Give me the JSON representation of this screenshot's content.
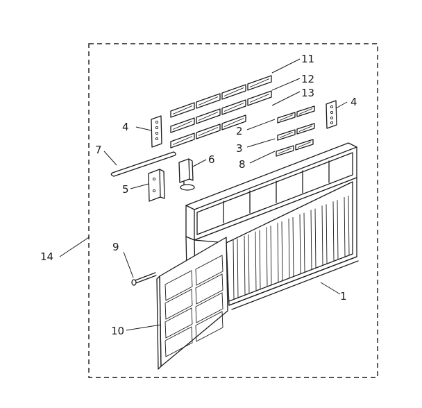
{
  "callouts": {
    "c1": "1",
    "c2": "2",
    "c3": "3",
    "c4a": "4",
    "c4b": "4",
    "c5": "5",
    "c6": "6",
    "c7": "7",
    "c8": "8",
    "c9": "9",
    "c10": "10",
    "c11": "11",
    "c12": "12",
    "c13": "13",
    "c14": "14"
  },
  "colors": {
    "ink": "#1a1a1a",
    "background": "#ffffff"
  }
}
